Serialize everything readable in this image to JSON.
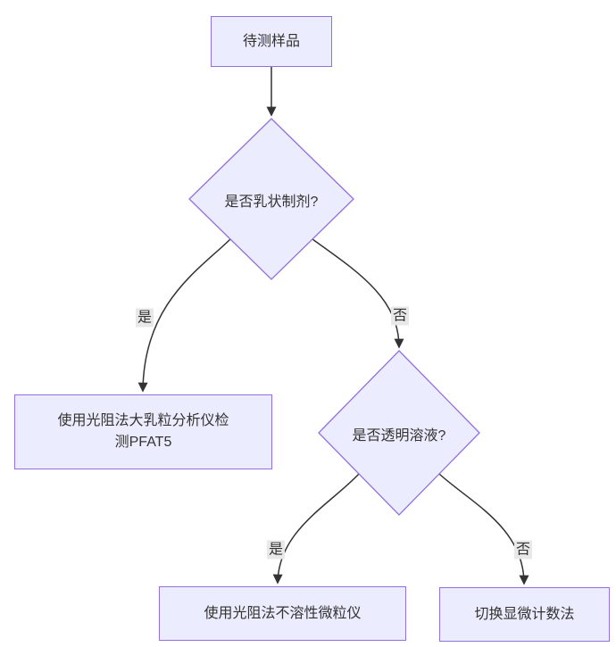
{
  "diagram": {
    "type": "flowchart",
    "direction": "top-down",
    "background": "#ffffff",
    "colors": {
      "node_fill": "#ECECFF",
      "node_border": "#9370DB",
      "edge_line": "#333333",
      "edge_label_bg": "#e8e8e8",
      "text": "#333333"
    },
    "nodes": [
      {
        "id": "sample",
        "shape": "rectangle",
        "label": "待测样品"
      },
      {
        "id": "is-emulsion",
        "shape": "diamond",
        "label": "是否乳状制剂?"
      },
      {
        "id": "pfat5-analyzer",
        "shape": "rectangle",
        "label": "使用光阻法大乳粒分析仪检\n测PFAT5"
      },
      {
        "id": "is-clear-solution",
        "shape": "diamond",
        "label": "是否透明溶液?"
      },
      {
        "id": "light-obscuration-counter",
        "shape": "rectangle",
        "label": "使用光阻法不溶性微粒仪"
      },
      {
        "id": "microscopic-counting",
        "shape": "rectangle",
        "label": "切换显微计数法"
      }
    ],
    "edges": [
      {
        "from": "sample",
        "to": "is-emulsion",
        "label": ""
      },
      {
        "from": "is-emulsion",
        "to": "pfat5-analyzer",
        "label": "是"
      },
      {
        "from": "is-emulsion",
        "to": "is-clear-solution",
        "label": "否"
      },
      {
        "from": "is-clear-solution",
        "to": "light-obscuration-counter",
        "label": "是"
      },
      {
        "from": "is-clear-solution",
        "to": "microscopic-counting",
        "label": "否"
      }
    ]
  }
}
